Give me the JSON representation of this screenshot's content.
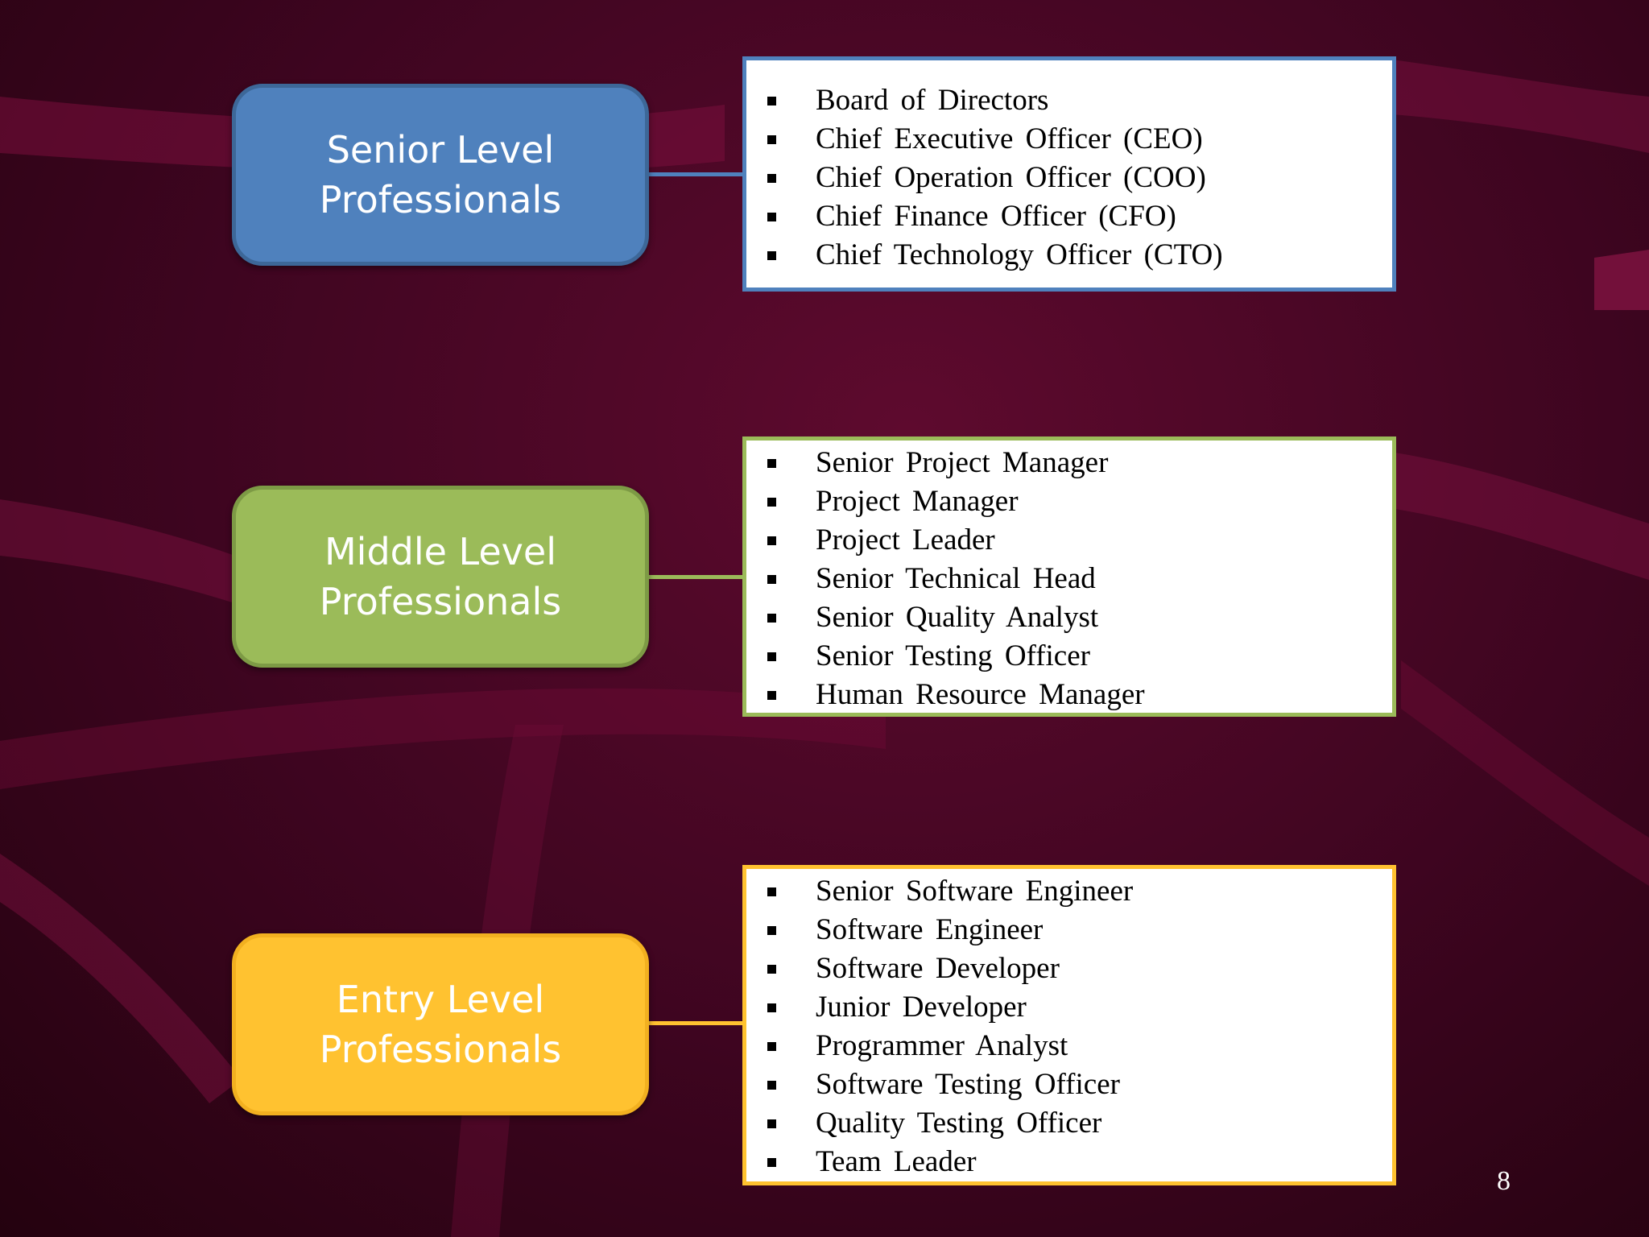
{
  "levels": [
    {
      "label": "Senior Level\nProfessionals",
      "color": "#4f81bd",
      "border": "#3d6798",
      "items": [
        "Board of Directors",
        "Chief Executive Officer (CEO)",
        "Chief Operation Officer (COO)",
        "Chief Finance Officer (CFO)",
        "Chief Technology Officer (CTO)"
      ]
    },
    {
      "label": "Middle Level\nProfessionals",
      "color": "#9bbb59",
      "border": "#7d9a45",
      "items": [
        "Senior Project Manager",
        "Project Manager",
        "Project Leader",
        "Senior Technical Head",
        "Senior Quality Analyst",
        "Senior Testing Officer",
        "Human Resource Manager"
      ]
    },
    {
      "label": "Entry Level\nProfessionals",
      "color": "#ffc230",
      "border": "#f2b020",
      "items": [
        "Senior Software Engineer",
        "Software Engineer",
        "Software Developer",
        "Junior Developer",
        "Programmer Analyst",
        "Software Testing Officer",
        "Quality Testing Officer",
        "Team Leader"
      ]
    }
  ],
  "page_number": "8"
}
